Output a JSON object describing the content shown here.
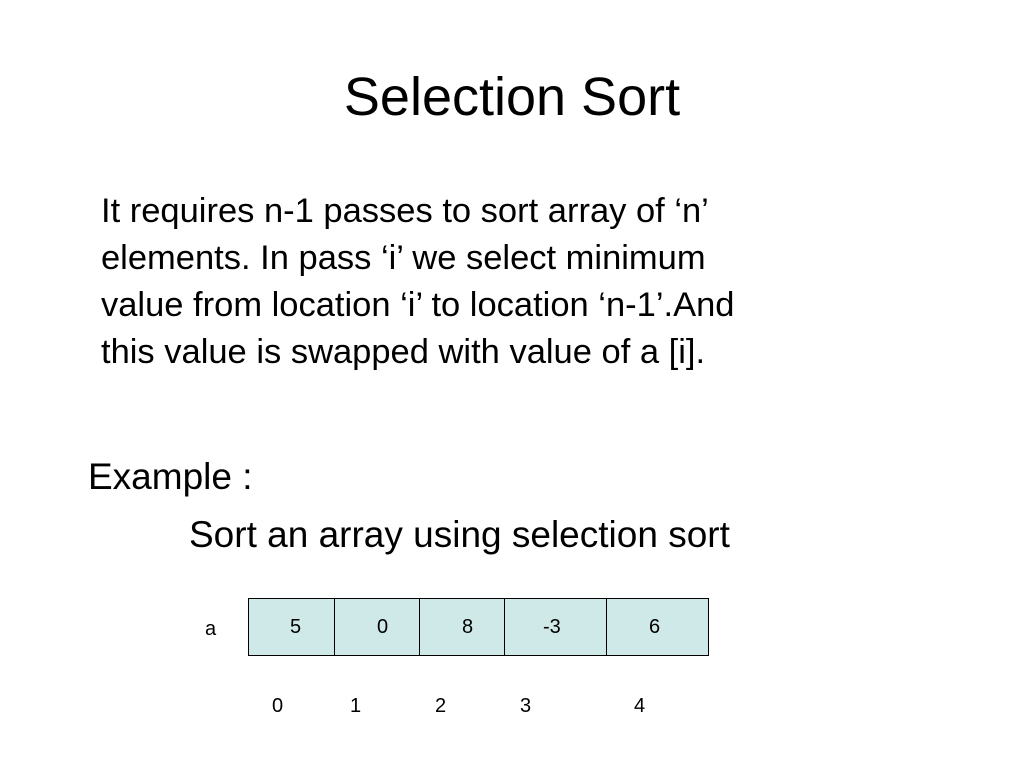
{
  "slide": {
    "title": "Selection Sort",
    "paragraph_lines": [
      "It requires n-1 passes to sort array of ‘n’",
      "elements. In pass ‘i’ we select minimum",
      "value from location ‘i’ to location ‘n-1’.And",
      "this value is swapped with value of a [i]."
    ],
    "example_label": "Example :",
    "example_description": "Sort an array using selection sort"
  },
  "array": {
    "name": "a",
    "values": [
      "5",
      "0",
      "8",
      "-3",
      "6"
    ],
    "indices": [
      "0",
      "1",
      "2",
      "3",
      "4"
    ],
    "cell_color": "#cfe8e8"
  }
}
